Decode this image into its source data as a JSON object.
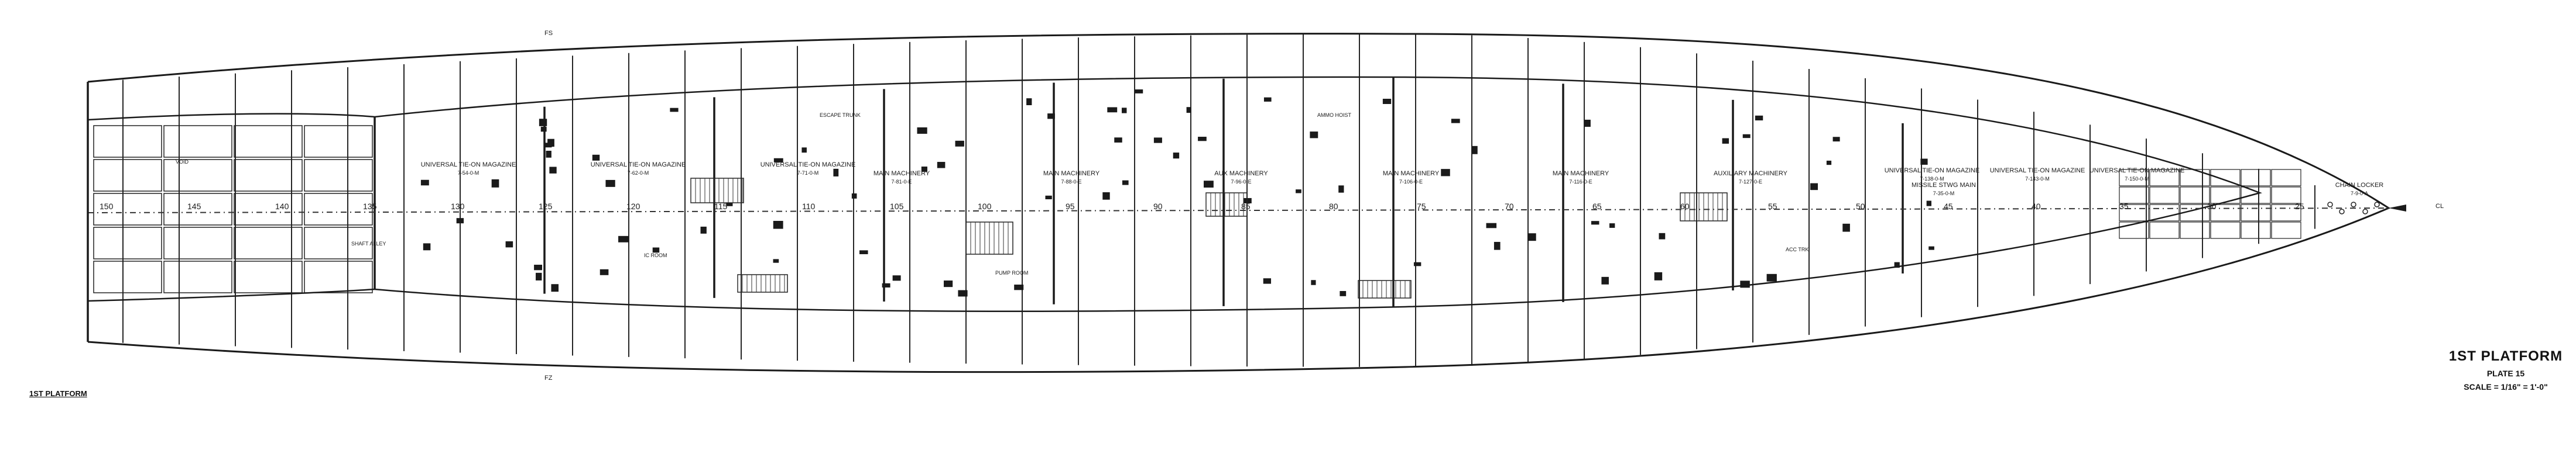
{
  "drawing": {
    "title": "1ST PLATFORM",
    "plate": "PLATE 15",
    "scale": "SCALE = 1/16\" = 1'-0\"",
    "corner_label": "1ST PLATFORM"
  },
  "frame_labels": [
    "150",
    "145",
    "140",
    "135",
    "130",
    "125",
    "120",
    "115",
    "110",
    "105",
    "100",
    "95",
    "90",
    "85",
    "80",
    "75",
    "70",
    "65",
    "60",
    "55",
    "50",
    "45",
    "40",
    "35",
    "30",
    "25"
  ],
  "compartments": [
    {
      "name": "MAIN MACHINERY",
      "code": "7-81-0-E"
    },
    {
      "name": "MAIN MACHINERY",
      "code": "7-88-0-E"
    },
    {
      "name": "AUX MACHINERY",
      "code": "7-96-0-E"
    },
    {
      "name": "MAIN MACHINERY",
      "code": "7-106-0-E"
    },
    {
      "name": "MAIN MACHINERY",
      "code": "7-116-0-E"
    },
    {
      "name": "AUXILIARY MACHINERY",
      "code": "7-127-0-E"
    },
    {
      "name": "UNIVERSAL TIE-ON MAGAZINE",
      "code": "7-54-0-M"
    },
    {
      "name": "UNIVERSAL TIE-ON MAGAZINE",
      "code": "7-62-0-M"
    },
    {
      "name": "UNIVERSAL TIE-ON MAGAZINE",
      "code": "7-71-0-M"
    },
    {
      "name": "UNIVERSAL TIE-ON MAGAZINE",
      "code": "7-138-0-M"
    },
    {
      "name": "UNIVERSAL TIE-ON MAGAZINE",
      "code": "7-143-0-M"
    },
    {
      "name": "UNIVERSAL TIE-ON MAGAZINE",
      "code": "7-150-0-M"
    },
    {
      "name": "MISSILE STWG MAIN",
      "code": "7-35-0-M"
    },
    {
      "name": "CHAIN LOCKER",
      "code": "7-9-0-A"
    }
  ],
  "misc_labels": [
    "CL",
    "FS",
    "FZ",
    "VOID",
    "IC ROOM",
    "PUMP ROOM",
    "AMMO HOIST",
    "ACC TRK",
    "ESCAPE TRUNK",
    "SHAFT ALLEY"
  ],
  "colors": {
    "ink": "#1a1a1a",
    "paper": "#ffffff"
  }
}
